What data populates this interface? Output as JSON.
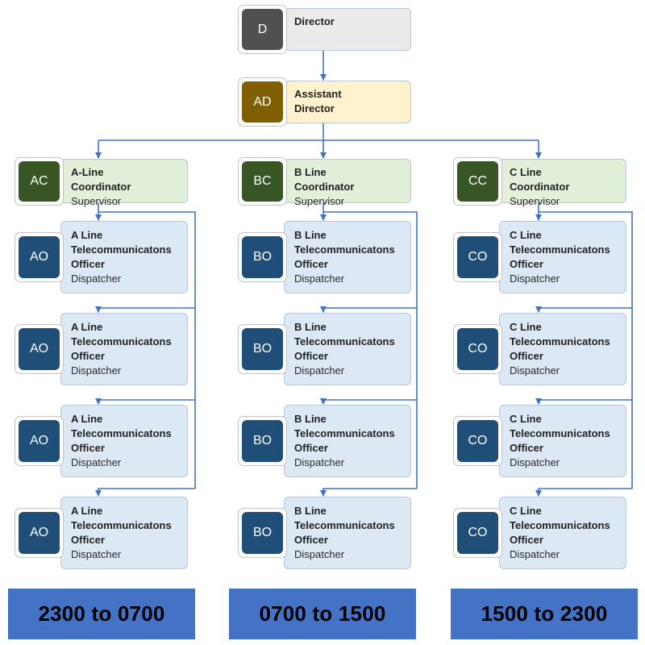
{
  "colors": {
    "director_badge": "#505050",
    "director_card": "#ebebeb",
    "assistant_badge": "#7f5f00",
    "assistant_card": "#fff2cc",
    "coordinator_badge": "#375623",
    "coordinator_card": "#e2efd9",
    "officer_badge": "#1f4e79",
    "officer_card": "#dde8f5",
    "connector": "#4472c4",
    "footer": "#4472c4"
  },
  "director": {
    "initials": "D",
    "title": "Director"
  },
  "assistant_director": {
    "initials": "AD",
    "title": "Assistant Director"
  },
  "columns": [
    {
      "coordinator": {
        "initials": "AC",
        "title": "A-Line Coordinator",
        "subtitle": "Supervisor"
      },
      "officers": [
        {
          "initials": "AO",
          "title_lines": [
            "A Line",
            "Telecommunicatons",
            "Officer"
          ],
          "subtitle": "Dispatcher"
        },
        {
          "initials": "AO",
          "title_lines": [
            "A Line",
            "Telecommunicatons",
            "Officer"
          ],
          "subtitle": "Dispatcher"
        },
        {
          "initials": "AO",
          "title_lines": [
            "A Line",
            "Telecommunicatons",
            "Officer"
          ],
          "subtitle": "Dispatcher"
        },
        {
          "initials": "AO",
          "title_lines": [
            "A Line",
            "Telecommunicatons",
            "Officer"
          ],
          "subtitle": "Dispatcher"
        }
      ],
      "shift": "2300 to 0700"
    },
    {
      "coordinator": {
        "initials": "BC",
        "title": "B Line Coordinator",
        "subtitle": "Supervisor"
      },
      "officers": [
        {
          "initials": "BO",
          "title_lines": [
            "B Line",
            "Telecommunicatons",
            "Officer"
          ],
          "subtitle": "Dispatcher"
        },
        {
          "initials": "BO",
          "title_lines": [
            "B Line",
            "Telecommunicatons",
            "Officer"
          ],
          "subtitle": "Dispatcher"
        },
        {
          "initials": "BO",
          "title_lines": [
            "B Line",
            "Telecommunicatons",
            "Officer"
          ],
          "subtitle": "Dispatcher"
        },
        {
          "initials": "BO",
          "title_lines": [
            "B Line",
            "Telecommunicatons",
            "Officer"
          ],
          "subtitle": "Dispatcher"
        }
      ],
      "shift": "0700 to 1500"
    },
    {
      "coordinator": {
        "initials": "CC",
        "title": "C Line Coordinator",
        "subtitle": "Supervisor"
      },
      "officers": [
        {
          "initials": "CO",
          "title_lines": [
            "C Line",
            "Telecommunicatons",
            "Officer"
          ],
          "subtitle": "Dispatcher"
        },
        {
          "initials": "CO",
          "title_lines": [
            "C Line",
            "Telecommunicatons",
            "Officer"
          ],
          "subtitle": "Dispatcher"
        },
        {
          "initials": "CO",
          "title_lines": [
            "C Line",
            "Telecommunicatons",
            "Officer"
          ],
          "subtitle": "Dispatcher"
        },
        {
          "initials": "CO",
          "title_lines": [
            "C Line",
            "Telecommunicatons",
            "Officer"
          ],
          "subtitle": "Dispatcher"
        }
      ],
      "shift": "1500 to 2300"
    }
  ]
}
